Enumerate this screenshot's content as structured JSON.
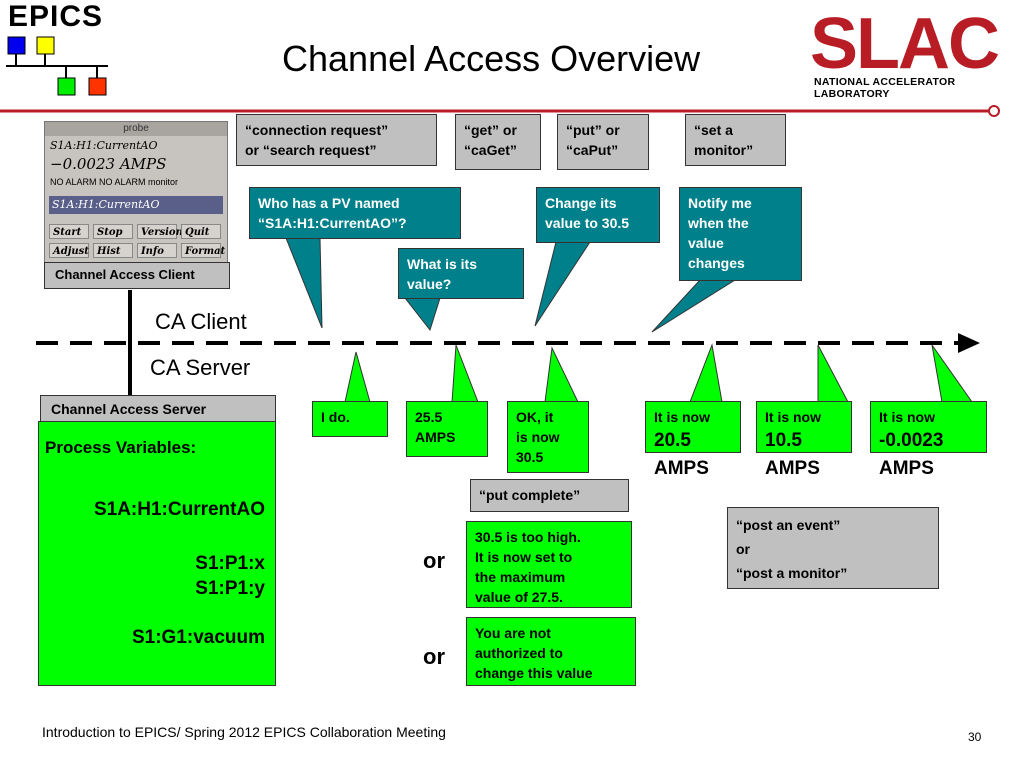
{
  "header": {
    "logo_left": "EPICS",
    "title": "Channel Access Overview",
    "logo_right": "SLAC",
    "logo_right_sub": "NATIONAL ACCELERATOR LABORATORY",
    "colors": {
      "rule": "#b81c24",
      "teal": "#00808a",
      "green": "#00ff00",
      "gray": "#c0c0c0"
    }
  },
  "probe": {
    "window_title": "probe",
    "pv": "S1A:H1:CurrentAO",
    "value": "−0.0023 AMPS",
    "status": "NO ALARM  NO ALARM  monitor",
    "input": "S1A:H1:CurrentAO",
    "buttons": [
      "Start",
      "Stop",
      "Version",
      "Quit",
      "Adjust",
      "Hist",
      "Info",
      "Format"
    ],
    "caption": "Channel Access Client"
  },
  "server": {
    "caption": "Channel Access Server",
    "heading": "Process Variables:",
    "pvs": [
      "S1A:H1:CurrentAO",
      "S1:P1:x",
      "S1:P1:y",
      "S1:G1:vacuum"
    ]
  },
  "lanes": {
    "client": "CA Client",
    "server": "CA Server"
  },
  "requests": {
    "connection": [
      "“connection request”",
      "or “search request”"
    ],
    "get": [
      "“get” or",
      "“caGet”"
    ],
    "put": [
      "“put” or",
      "“caPut”"
    ],
    "monitor": [
      "“set a",
      "monitor”"
    ]
  },
  "client_msgs": {
    "who": [
      "Who has a PV named",
      "“S1A:H1:CurrentAO”?"
    ],
    "what": [
      "What is its",
      "value?"
    ],
    "change": [
      "Change its",
      "value to 30.5"
    ],
    "notify": [
      "Notify me",
      "when the",
      "value",
      "changes"
    ]
  },
  "server_msgs": {
    "ido": "I do.",
    "val": [
      "25.5",
      "AMPS"
    ],
    "ok": [
      "OK, it",
      "is now",
      "30.5"
    ],
    "n1": [
      "It is now",
      "20.5",
      "AMPS"
    ],
    "n2": [
      "It is now",
      "10.5",
      "AMPS"
    ],
    "n3": [
      "It is now",
      "-0.0023",
      "AMPS"
    ]
  },
  "put_complete": "“put complete”",
  "too_high": [
    "30.5 is too high.",
    "It is now set to",
    "the maximum",
    "value of 27.5."
  ],
  "not_auth": [
    "You are not",
    "authorized to",
    "change this value"
  ],
  "post_event": [
    "“post an event”",
    "or",
    "“post a monitor”"
  ],
  "or_label": "or",
  "footer": {
    "text": "Introduction to EPICS/ Spring 2012 EPICS Collaboration Meeting",
    "page": "30"
  }
}
